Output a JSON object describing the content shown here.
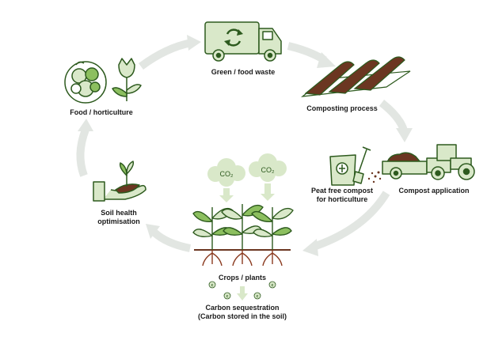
{
  "colors": {
    "arrow": "#e2e6e2",
    "fill_light": "#d9e8c9",
    "fill_mid": "#8cbf5f",
    "outline": "#2d5a1e",
    "soil": "#6b3621",
    "root": "#8b3a1f",
    "text": "#1a1a1a"
  },
  "stages": {
    "green_waste": "Green / food waste",
    "composting": "Composting process",
    "compost_application": "Compost application",
    "peat_free_line1": "Peat free compost",
    "peat_free_line2": "for horticulture",
    "crops": "Crops / plants",
    "carbon_line1": "Carbon sequestration",
    "carbon_line2": "(Carbon stored in the soil)",
    "soil_health_line1": "Soil health",
    "soil_health_line2": "optimisation",
    "food": "Food / horticulture"
  },
  "gas": {
    "co2_label": "CO₂"
  },
  "carbon": {
    "c_label": "c"
  },
  "icons": [
    "recycle-icon",
    "truck-icon",
    "compost-windrow-icon",
    "tractor-icon",
    "compost-bag-icon",
    "spade-icon",
    "plants-icon",
    "cloud-icon",
    "hand-seedling-icon",
    "vegetables-icon",
    "tulip-icon"
  ]
}
